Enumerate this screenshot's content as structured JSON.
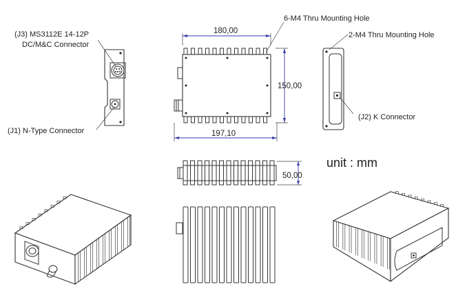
{
  "labels": {
    "j3_line1": "(J3) MS3112E 14-12P",
    "j3_line2": "DC/M&C Connector",
    "j1": "(J1) N-Type Connector",
    "j2": "(J2) K Connector",
    "m4_6": "6-M4 Thru Mounting Hole",
    "m4_2": "2-M4 Thru Mounting Hole",
    "unit": "unit : mm"
  },
  "dimensions": {
    "width_top": "180,00",
    "height_side": "150,00",
    "width_bottom": "197,10",
    "thickness": "50,00"
  }
}
